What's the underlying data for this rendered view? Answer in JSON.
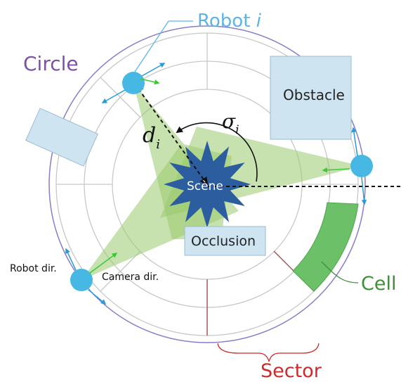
{
  "labels": {
    "robot_word": "Robot",
    "robot_index": "i",
    "circle": "Circle",
    "obstacle": "Obstacle",
    "scene": "Scène",
    "occlusion": "Occlusion",
    "cell": "Cell",
    "sector": "Sector",
    "robot_dir": "Robot dir.",
    "camera_dir": "Camera dir.",
    "distance_symbol": "d",
    "distance_sub": "i",
    "angle_symbol": "σ",
    "angle_sub": "i"
  },
  "colors": {
    "robot_label": "#5fb4e6",
    "circle_label": "#7b52a8",
    "circle_outer": "#8b7cc8",
    "grid": "#c8c8c8",
    "cell_fill": "#6cc068",
    "cell_label": "#3f8f3a",
    "sector_label": "#cc2b2b",
    "sector_line": "#a04848",
    "robot_fill": "#47b8e3",
    "scene_fill": "#2b5d9f",
    "box_fill": "#cfe4f1",
    "cone_fill": "#9bca6e",
    "arrow_robot": "#2a9ad8",
    "arrow_camera": "#3cc83c"
  }
}
